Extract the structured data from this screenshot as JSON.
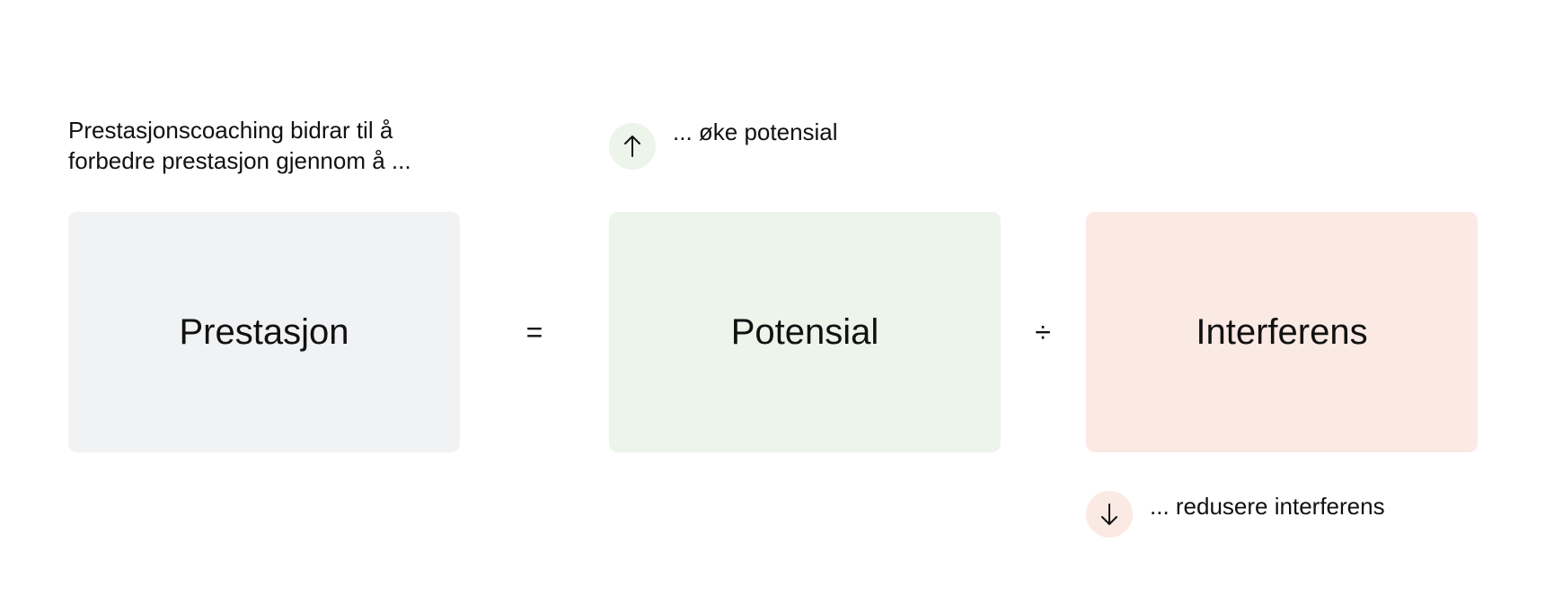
{
  "intro_text": {
    "line1": "Prestasjonscoaching bidrar til å",
    "line2": "forbedre prestasjon gjennom å ..."
  },
  "boxes": [
    {
      "label": "Prestasjon",
      "color": "#f1f2f4"
    },
    {
      "label": "Potensial",
      "color": "#edf4ea"
    },
    {
      "label": "Interferens",
      "color": "#fbe9e3"
    }
  ],
  "operators": {
    "equals": "=",
    "divide": "÷"
  },
  "actions": {
    "increase": {
      "icon": "arrow-up-icon",
      "label": "... øke potensial",
      "color": "#edf4ea"
    },
    "decrease": {
      "icon": "arrow-down-icon",
      "label": "... redusere interferens",
      "color": "#fbe9e3"
    }
  }
}
